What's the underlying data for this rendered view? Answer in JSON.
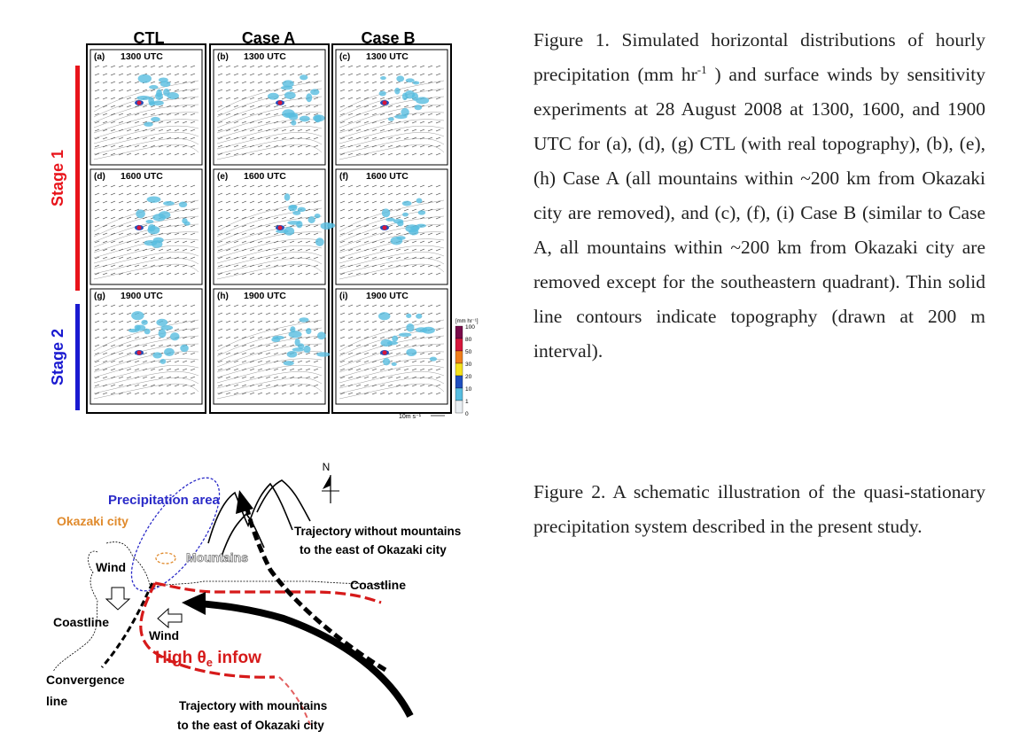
{
  "figure1": {
    "columns": [
      "CTL",
      "Case A",
      "Case B"
    ],
    "stage_labels": [
      "Stage 1",
      "Stage 2"
    ],
    "stage_colors": [
      "#e8141b",
      "#1a1ad0"
    ],
    "panels": [
      {
        "tag": "(a)",
        "time": "1300 UTC"
      },
      {
        "tag": "(b)",
        "time": "1300 UTC"
      },
      {
        "tag": "(c)",
        "time": "1300 UTC"
      },
      {
        "tag": "(d)",
        "time": "1600 UTC"
      },
      {
        "tag": "(e)",
        "time": "1600 UTC"
      },
      {
        "tag": "(f)",
        "time": "1600 UTC"
      },
      {
        "tag": "(g)",
        "time": "1900 UTC"
      },
      {
        "tag": "(h)",
        "time": "1900 UTC"
      },
      {
        "tag": "(i)",
        "time": "1900 UTC"
      }
    ],
    "colorbar": {
      "unit": "[mm hr⁻¹]",
      "levels": [
        "100",
        "80",
        "50",
        "30",
        "20",
        "10",
        "1",
        "0"
      ],
      "colors": [
        "#7a0b4a",
        "#d6173c",
        "#ef7d1a",
        "#f5e11c",
        "#1f4fbf",
        "#57bde0",
        "#e9eef2"
      ]
    },
    "wind_scale": "10m s⁻¹",
    "caption": {
      "prefix": "Figure 1. Simulated horizontal distributions of hourly precipitation (mm hr",
      "sup": "-1",
      "suffix": " ) and surface winds by sensitivity experiments at 28 August 2008 at 1300, 1600, and 1900 UTC for (a), (d), (g) CTL (with real topography), (b), (e), (h) Case A (all mountains within ~200 km from Okazaki city are removed), and (c), (f), (i) Case B (similar to Case A, all mountains within ~200 km from Okazaki city are removed except for the southeastern quadrant). Thin solid line contours indicate topography (drawn at 200 m interval)."
    }
  },
  "figure2": {
    "north": "N",
    "precipitation_area": "Precipitation area",
    "okazaki": "Okazaki city",
    "mountains": "Mountains",
    "wind_upper": "Wind",
    "wind_lower": "Wind",
    "coastline_left": "Coastline",
    "coastline_right": "Coastline",
    "trajectory_without_1": "Trajectory without mountains",
    "trajectory_without_2": "to the east of Okazaki city",
    "trajectory_with_1": "Trajectory with mountains",
    "trajectory_with_2": "to the east of Okazaki city",
    "convergence_1": "Convergence",
    "convergence_2": "line",
    "inflow_prefix": "High θ",
    "inflow_sub": "e",
    "inflow_suffix": " infow",
    "caption": "Figure 2. A schematic illustration of the quasi-stationary precipitation system described in the present study."
  }
}
